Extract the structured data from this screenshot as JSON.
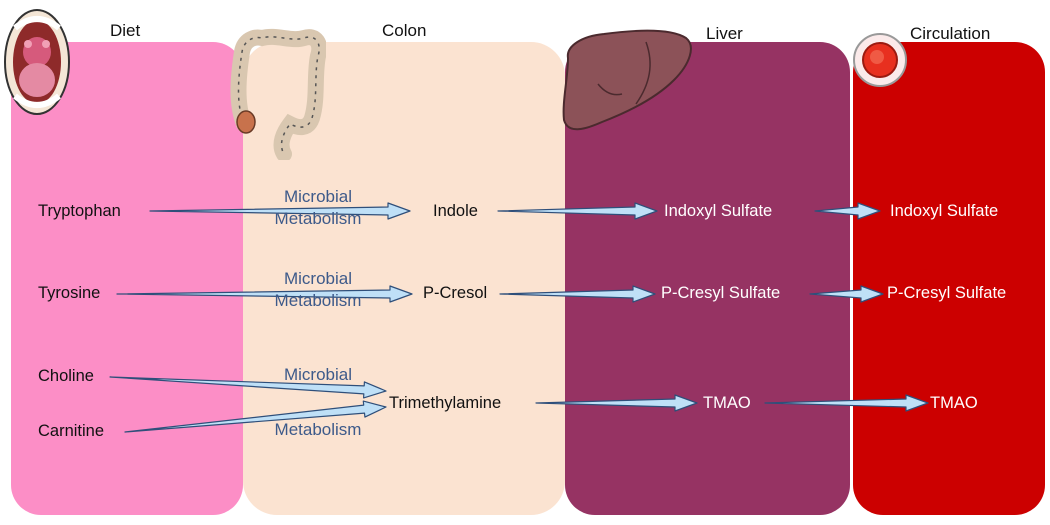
{
  "panels": {
    "diet": "Diet",
    "colon": "Colon",
    "liver": "Liver",
    "circulation": "Circulation"
  },
  "pathways": [
    {
      "diet": "Tryptophan",
      "process_line1": "Microbial",
      "process_line2": "Metabolism",
      "colon_product": "Indole",
      "liver_product": "Indoxyl Sulfate",
      "circulation_product": "Indoxyl Sulfate"
    },
    {
      "diet": "Tyrosine",
      "process_line1": "Microbial",
      "process_line2": "Metabolism",
      "colon_product": "P-Cresol",
      "liver_product": "P-Cresyl Sulfate",
      "circulation_product": "P-Cresyl Sulfate"
    },
    {
      "diet": [
        "Choline",
        "Carnitine"
      ],
      "process_line1": "Microbial",
      "process_line2": "Metabolism",
      "colon_product": "Trimethylamine",
      "liver_product": "TMAO",
      "circulation_product": "TMAO"
    }
  ],
  "icons": [
    "mouth-icon",
    "colon-icon",
    "liver-icon",
    "blood-cell-icon"
  ],
  "colors": {
    "diet_panel": "#fc8ec6",
    "colon_panel": "#fbe3d1",
    "liver_panel": "#963363",
    "circulation_panel": "#cc0000",
    "arrow_fill": "#bfe0f7",
    "arrow_stroke": "#2f4f7a",
    "process_text": "#3d5a8a"
  }
}
